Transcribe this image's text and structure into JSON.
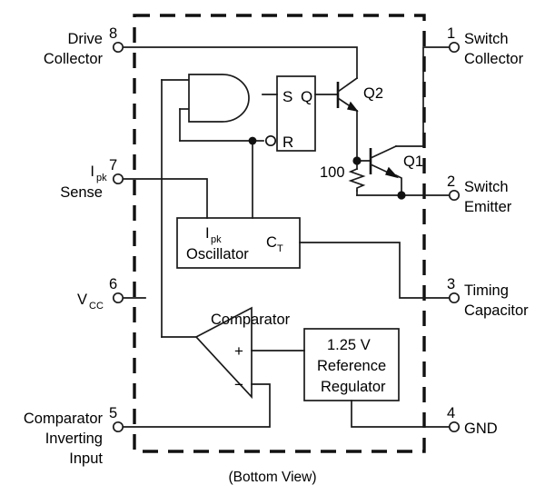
{
  "diagram": {
    "caption": "(Bottom View)",
    "package_outline": "dashed-rectangle"
  },
  "pins": {
    "left": [
      {
        "number": "8",
        "label_line1": "Drive",
        "label_line2": "Collector",
        "name": "pin-8-drive-collector"
      },
      {
        "number": "7",
        "label_line1": "I",
        "label_sub": "pk",
        "label_line2": "Sense",
        "name": "pin-7-ipk-sense"
      },
      {
        "number": "6",
        "label_line1": "V",
        "label_sub": "CC",
        "label_line2": "",
        "name": "pin-6-vcc"
      },
      {
        "number": "5",
        "label_line1": "Comparator",
        "label_line2": "Inverting",
        "label_line3": "Input",
        "name": "pin-5-comparator-inverting-input"
      }
    ],
    "right": [
      {
        "number": "1",
        "label_line1": "Switch",
        "label_line2": "Collector",
        "name": "pin-1-switch-collector"
      },
      {
        "number": "2",
        "label_line1": "Switch",
        "label_line2": "Emitter",
        "name": "pin-2-switch-emitter"
      },
      {
        "number": "3",
        "label_line1": "Timing",
        "label_line2": "Capacitor",
        "name": "pin-3-timing-capacitor"
      },
      {
        "number": "4",
        "label_line1": "GND",
        "label_line2": "",
        "name": "pin-4-gnd"
      }
    ]
  },
  "blocks": {
    "and_gate": {
      "label": "",
      "name": "and-gate"
    },
    "flipflop": {
      "set_label": "S",
      "q_label": "Q",
      "reset_label": "R",
      "name": "sr-flip-flop"
    },
    "oscillator": {
      "line1": "I",
      "line1_sub": "pk",
      "line2": "Oscillator",
      "ct_label": "C",
      "ct_sub": "T",
      "name": "ipk-oscillator"
    },
    "comparator": {
      "title": "Comparator",
      "plus": "+",
      "minus": "−",
      "name": "comparator"
    },
    "reference": {
      "line1": "1.25 V",
      "line2": "Reference",
      "line3": "Regulator",
      "name": "reference-regulator"
    }
  },
  "components": {
    "transistor_q2": "Q2",
    "transistor_q1": "Q1",
    "resistor_100": "100"
  },
  "colors": {
    "ink": "#111111",
    "wire": "#1a1a1a",
    "background": "#ffffff"
  }
}
